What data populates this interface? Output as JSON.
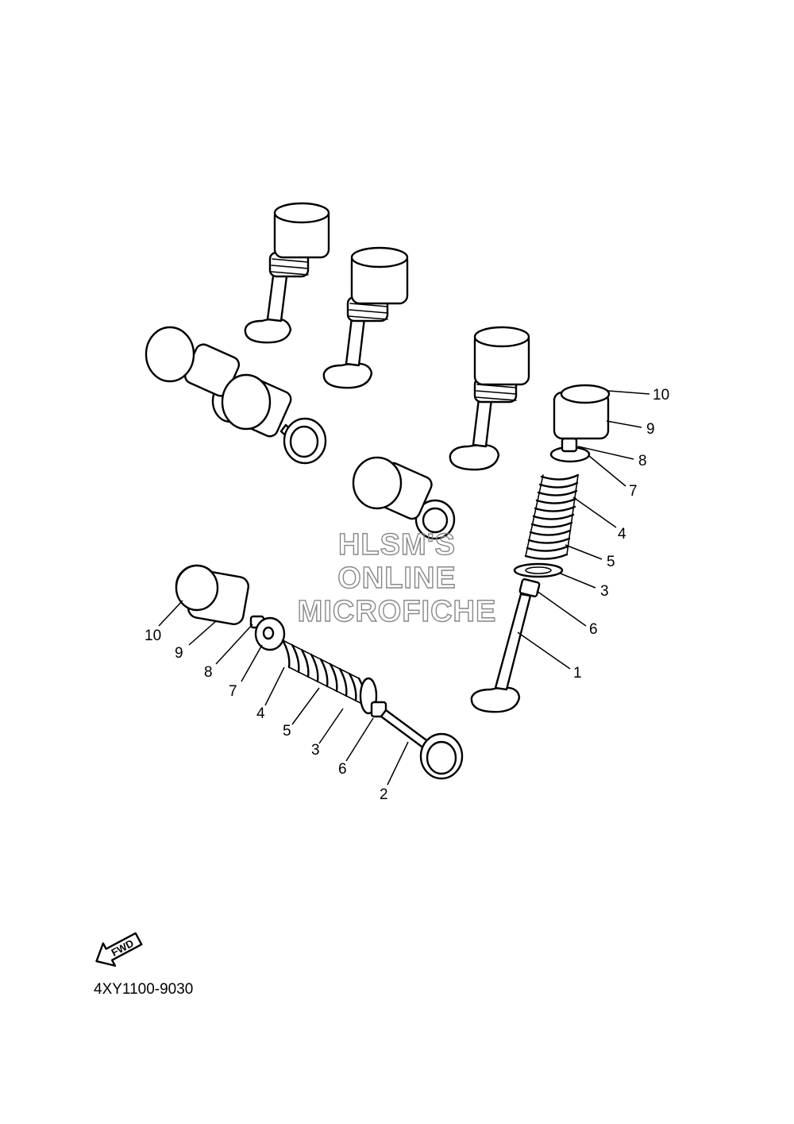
{
  "diagram": {
    "reference_code": "4XY1100-9030",
    "watermark": {
      "line1": "HLSM'S",
      "line2": "ONLINE",
      "line3": "MICROFICHE"
    },
    "fwd_label": "FWD",
    "callouts": {
      "right_10": "10",
      "right_9": "9",
      "right_8": "8",
      "right_7": "7",
      "right_4": "4",
      "right_5": "5",
      "right_3": "3",
      "right_6": "6",
      "right_1": "1",
      "left_10": "10",
      "left_9": "9",
      "left_8": "8",
      "left_7": "7",
      "left_4": "4",
      "left_5": "5",
      "left_3": "3",
      "left_6": "6",
      "left_2": "2"
    },
    "parts_legend_numbers": [
      "1",
      "2",
      "3",
      "4",
      "5",
      "6",
      "7",
      "8",
      "9",
      "10"
    ]
  }
}
